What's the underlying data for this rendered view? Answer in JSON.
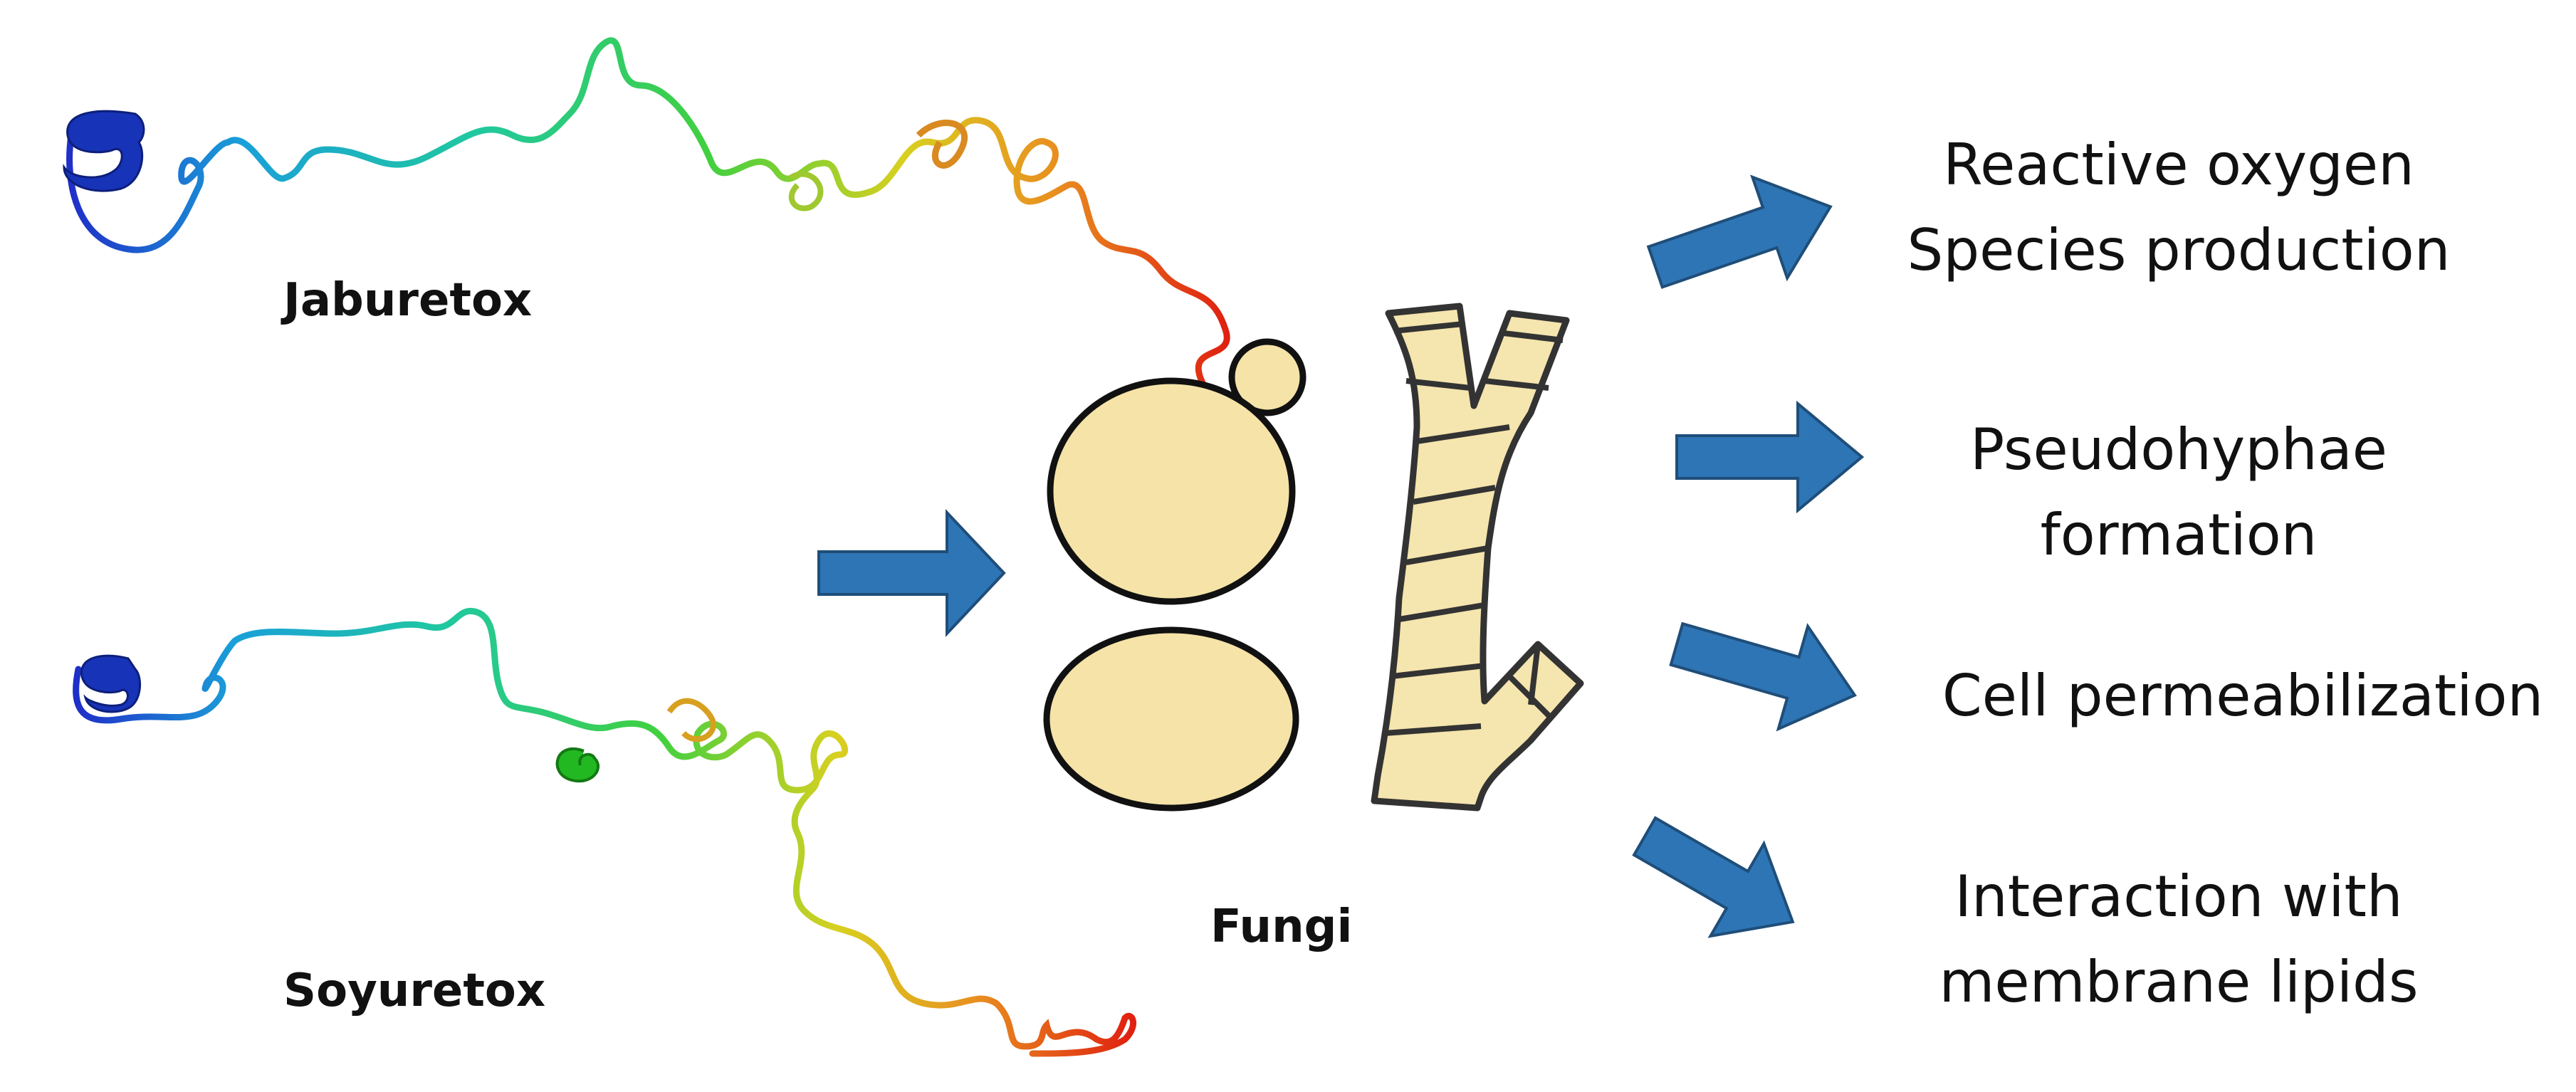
{
  "labels": {
    "jaburetox": "Jaburetox",
    "soyuretox": "Soyuretox",
    "fungi": "Fungi"
  },
  "effects": {
    "ros": {
      "line1": "Reactive oxygen",
      "line2": "Species production"
    },
    "pseudohyphae": {
      "line1": "Pseudohyphae",
      "line2": "formation"
    },
    "permeabilization": {
      "line1": "Cell permeabilization"
    },
    "lipids": {
      "line1": "Interaction with",
      "line2": "membrane lipids"
    }
  },
  "colors": {
    "arrow": "#2e75b6",
    "arrow_edge": "#1f4e79",
    "cell_fill": "#f5e3a8",
    "cell_stroke": "#111111",
    "hypha_fill": "#f5e5ae",
    "hypha_stroke": "#333333"
  }
}
